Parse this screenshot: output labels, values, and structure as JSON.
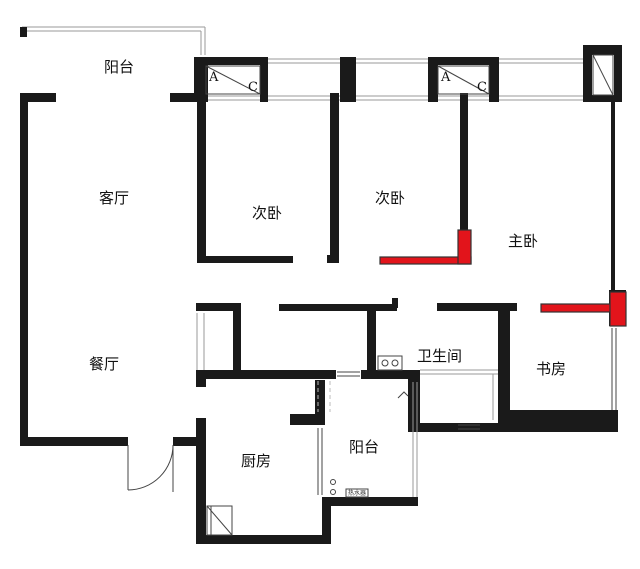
{
  "rooms": {
    "balcony_top": "阳台",
    "living": "客厅",
    "bedroom_2a": "次卧",
    "bedroom_2b": "次卧",
    "master": "主卧",
    "dining": "餐厅",
    "bathroom": "卫生间",
    "study": "书房",
    "kitchen": "厨房",
    "balcony_service": "阳台"
  },
  "ac_units": [
    {
      "a": "A",
      "c": "C"
    },
    {
      "a": "A",
      "c": "C"
    }
  ],
  "heater_label": "热水器",
  "colors": {
    "wall": "#1a1a1a",
    "highlight": "#e2141b"
  }
}
